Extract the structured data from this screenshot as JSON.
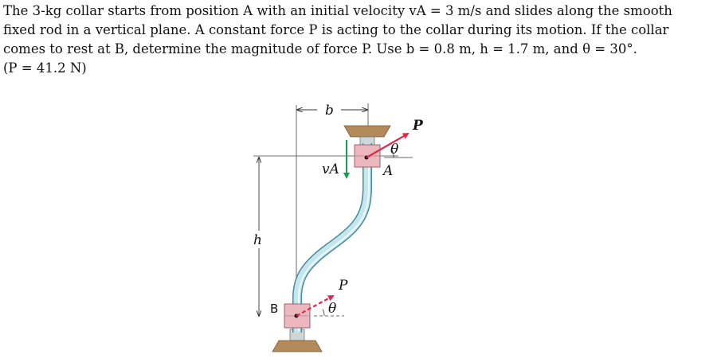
{
  "problem": {
    "lines": [
      "The 3-kg collar starts from position A with an initial velocity vA = 3 m/s and slides along the smooth",
      "fixed rod in a vertical plane. A constant force P is acting to the collar during its motion. If the collar",
      "comes to rest at B, determine the magnitude of force P. Use b = 0.8 m, h = 1.7 m, and θ = 30°.",
      "(P = 41.2 N)"
    ]
  },
  "figure": {
    "labels": {
      "b": "b",
      "h": "h",
      "vA": "vA",
      "A": "A",
      "B": "B",
      "P_top": "P",
      "P_bottom": "P",
      "theta_top": "θ",
      "theta_bottom": "θ"
    },
    "colors": {
      "rod_fill": "#c4e7ee",
      "rod_stroke": "#4b8a98",
      "collar_fill": "#eab8be",
      "collar_stroke": "#a0606a",
      "support": "#b38a5a",
      "force_arrow": "#e0284a",
      "velocity_arrow": "#14a050"
    }
  }
}
